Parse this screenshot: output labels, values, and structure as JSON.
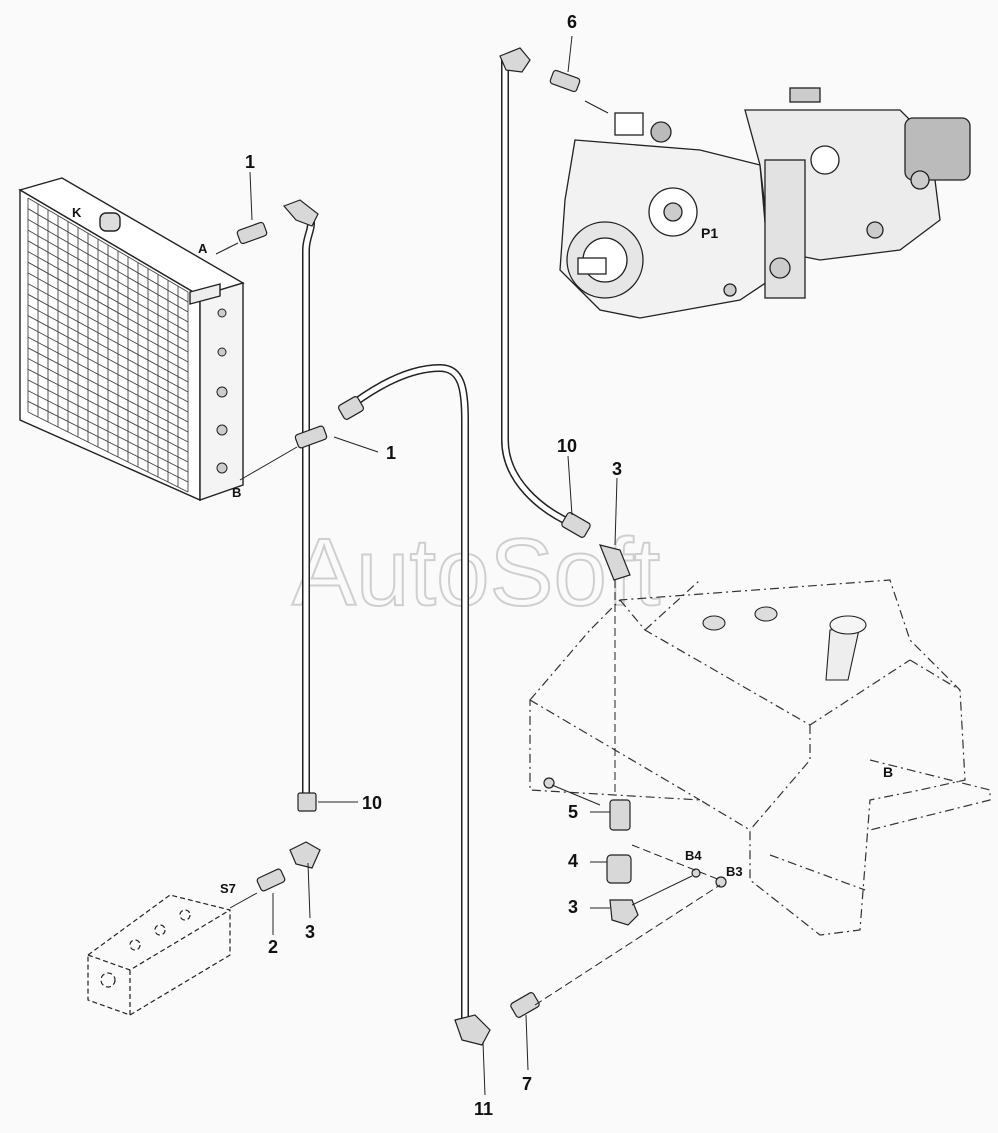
{
  "watermark": "AutoSoft",
  "components": {
    "cooler_label": "K",
    "pump_label": "P1",
    "tank_label": "B",
    "manifold_label": "S7"
  },
  "ports": {
    "cooler_a": "A",
    "cooler_b": "B",
    "tank_b4": "B4",
    "tank_b3": "B3"
  },
  "callouts": {
    "c1_top": "1",
    "c1_mid": "1",
    "c6": "6",
    "c10_right": "10",
    "c3_right": "3",
    "c10_left": "10",
    "c5": "5",
    "c4": "4",
    "c3_lower": "3",
    "c2": "2",
    "c3_left": "3",
    "c7": "7",
    "c11": "11"
  }
}
